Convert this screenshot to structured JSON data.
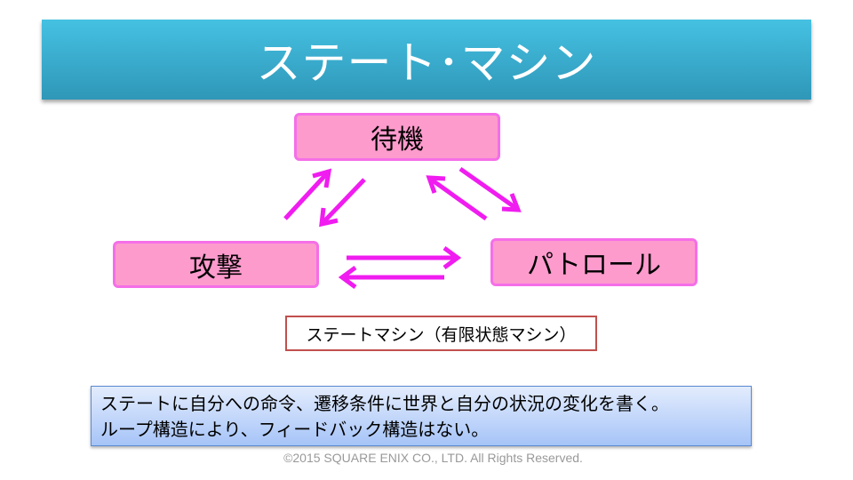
{
  "title": "ステート･マシン",
  "states": {
    "idle": "待機",
    "attack": "攻撃",
    "patrol": "パトロール"
  },
  "label": "ステートマシン（有限状態マシン）",
  "note": {
    "line1": "ステートに自分への命令、遷移条件に世界と自分の状況の変化を書く。",
    "line2": "ループ構造により、フィードバック構造はない。"
  },
  "copyright": "©2015 SQUARE ENIX CO., LTD. All Rights Reserved.",
  "colors": {
    "arrow": "#f01cf0",
    "state_fill": "#fd9bcd",
    "title_bg": "#3aaed0"
  }
}
